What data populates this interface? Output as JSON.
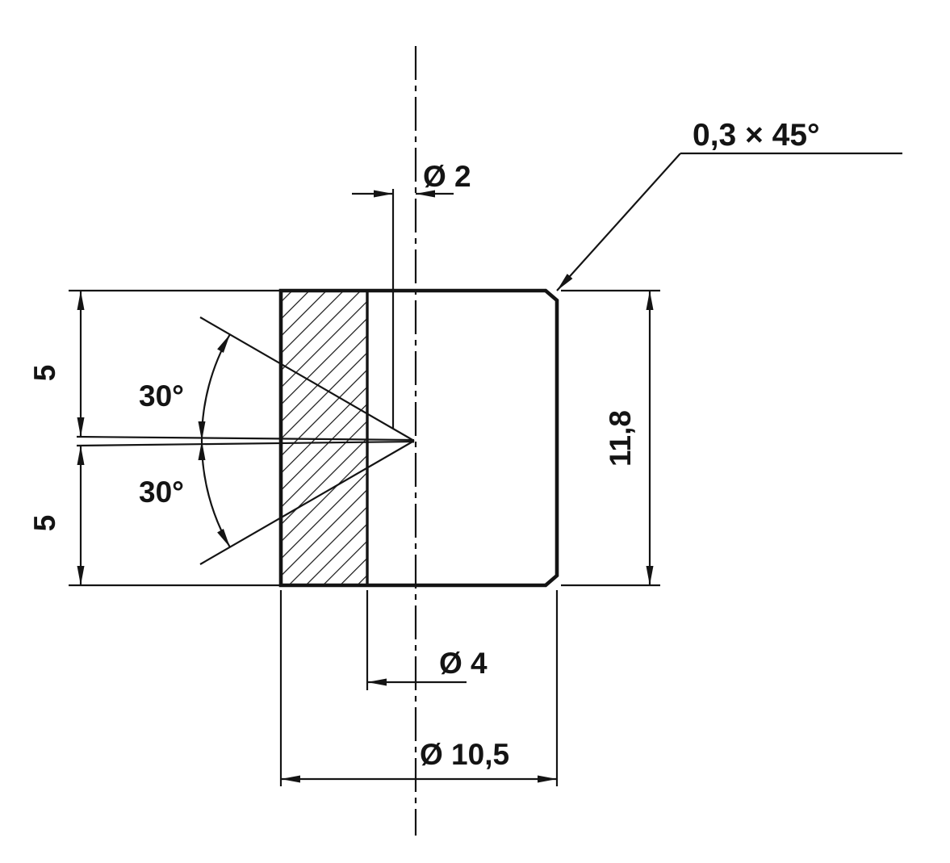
{
  "drawing": {
    "type": "technical-section-drawing",
    "labels": {
      "dia_small": "Ø 2",
      "dia_medium": "Ø 4",
      "dia_outer": "Ø 10,5",
      "height_total": "11,8",
      "height_upper": "5",
      "height_lower": "5",
      "angle_upper": "30°",
      "angle_lower": "30°",
      "chamfer": "0,3 × 45°"
    },
    "colors": {
      "line": "#141414",
      "background": "#ffffff"
    }
  }
}
